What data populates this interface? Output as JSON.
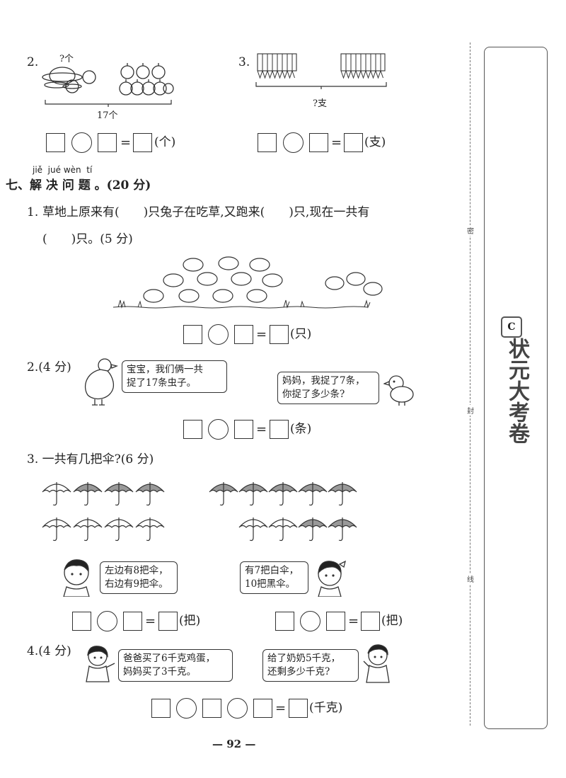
{
  "q2": {
    "num": "2.",
    "top_label": "?个",
    "bottom_label": "17个",
    "unit": "(个)"
  },
  "q3": {
    "num": "3.",
    "bottom_label": "?支",
    "unit": "(支)"
  },
  "section7": {
    "pinyin": "jiě  jué wèn  tí",
    "title": "七、解 决 问 题 。(20 分)"
  },
  "p1": {
    "num": "1.",
    "line1": "草地上原来有(　　)只兔子在吃草,又跑来(　　)只,现在一共有",
    "line2": "(　　)只。(5 分)",
    "unit": "(只)"
  },
  "p2": {
    "num": "2.(4 分)",
    "bubble_left": [
      "宝宝，我们俩一共",
      "捉了17条虫子。"
    ],
    "bubble_right": [
      "妈妈，我捉了7条，",
      "你捉了多少条?"
    ],
    "unit": "(条)"
  },
  "p3": {
    "title": "3. 一共有几把伞?(6 分)",
    "bubble_left": [
      "左边有8把伞，",
      "右边有9把伞。"
    ],
    "bubble_right": [
      "有7把白伞，",
      "10把黑伞。"
    ],
    "unit_left": "(把)",
    "unit_right": "(把)"
  },
  "p4": {
    "num": "4.(4 分)",
    "bubble_left": [
      "爸爸买了6千克鸡蛋，",
      "妈妈买了3千克。"
    ],
    "bubble_right": [
      "给了奶奶5千克，",
      "还剩多少千克?"
    ],
    "unit": "(千克)"
  },
  "equals": "=",
  "page_number": "— 92 —",
  "sidebar": {
    "brand": "状元大考卷",
    "marks": [
      "密",
      "封",
      "线"
    ]
  }
}
